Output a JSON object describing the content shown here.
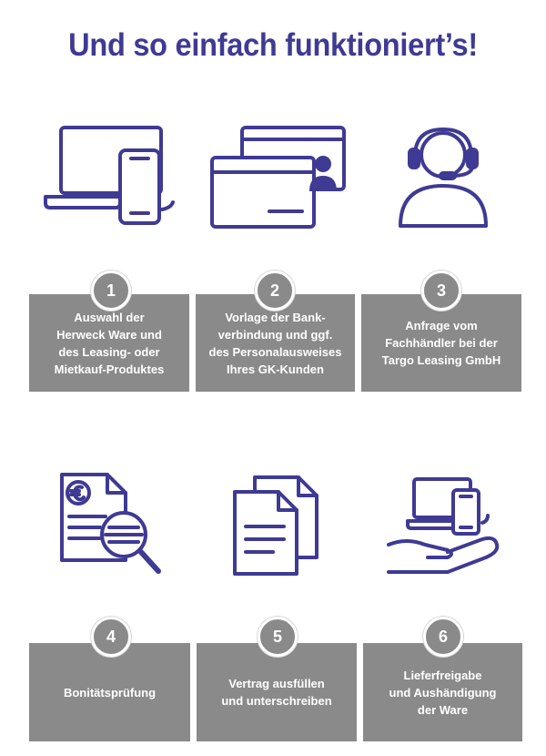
{
  "title": "Und so einfach funktioniert’s!",
  "colors": {
    "accent": "#3f3a93",
    "box": "#8a8a8a",
    "text_on_box": "#ffffff"
  },
  "steps": [
    {
      "number": "1",
      "icon": "laptop-phone-icon",
      "lines": [
        "Auswahl der",
        "Herweck Ware und",
        "des Leasing- oder",
        "Mietkauf-Produktes"
      ]
    },
    {
      "number": "2",
      "icon": "id-card-icon",
      "lines": [
        "Vorlage der Bank-",
        "verbindung und ggf.",
        "des Personalausweises",
        "Ihres GK-Kunden"
      ]
    },
    {
      "number": "3",
      "icon": "headset-agent-icon",
      "lines": [
        "Anfrage vom",
        "Fachhändler bei der",
        "Targo Leasing GmbH"
      ]
    },
    {
      "number": "4",
      "icon": "document-search-icon",
      "lines": [
        "Bonitätsprüfung"
      ]
    },
    {
      "number": "5",
      "icon": "documents-icon",
      "lines": [
        "Vertrag ausfüllen",
        "und unterschreiben"
      ]
    },
    {
      "number": "6",
      "icon": "hand-devices-icon",
      "lines": [
        "Lieferfreigabe",
        "und Aushändigung",
        "der Ware"
      ]
    }
  ]
}
